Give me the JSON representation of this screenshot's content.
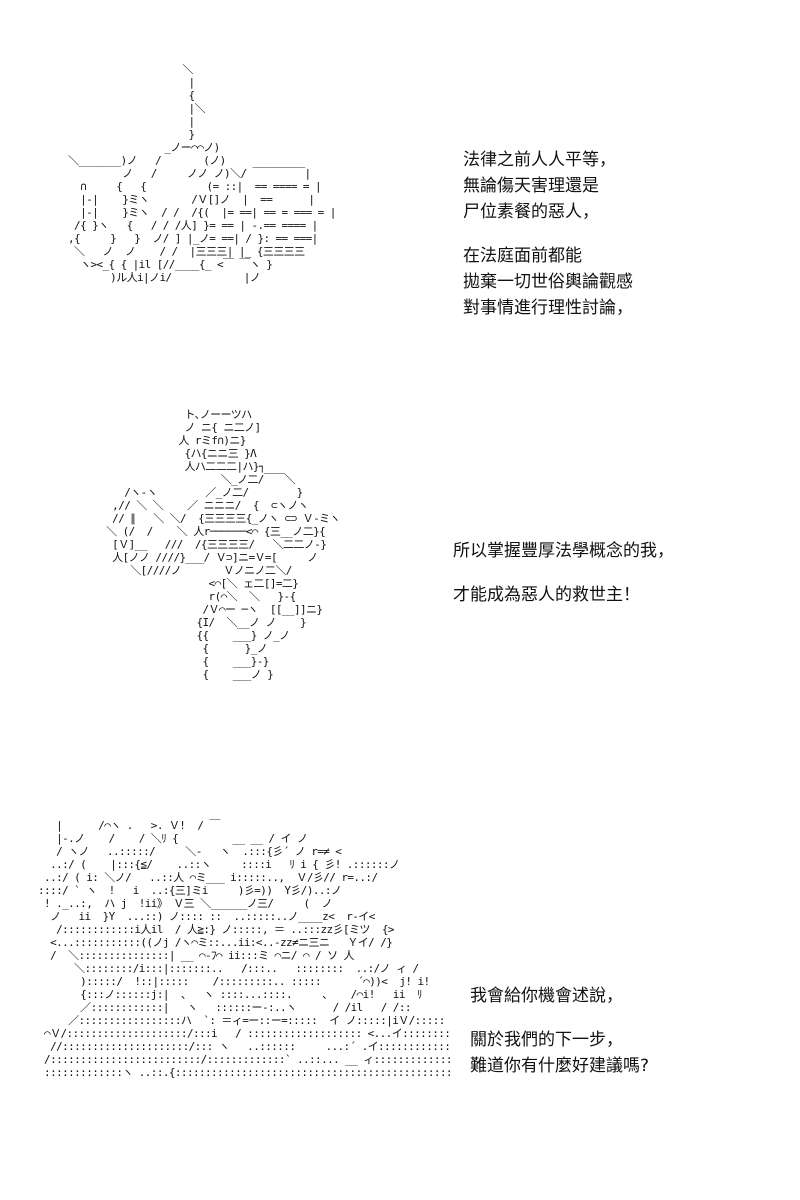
{
  "panels": [
    {
      "caption": [
        "法律之前人人平等，",
        "無論傷天害理還是",
        "尸位素餐的惡人，",
        "",
        "在法庭面前都能",
        "拋棄一切世俗輿論觀感",
        "對事情進行理性討論，"
      ],
      "art": [
        "                    ＼",
        "                     |",
        "                     {",
        "                     |＼",
        "                     |",
        "                     }",
        "                 _ノー⌒⌒ノ)",
        " ＼_______)ノ   /       (ノ)",
        "          ノ   /     ノノ ノ)＼/ ￣￣￣￣￣|",
        "   ∩     {   {          (= ::|  == ==== = |",
        "   |-|    }ミヽ       /Ｖ[]ノ  |  ==      |",
        "   |-|    }ミヽ  / /  /{(  |= ==| == = === = |",
        "  /{ }ヽ   {   / / /人] }= == | ‐.== ==== |",
        " ,{     }   }  ノ/ ] |_ノ= ==| / }: == ===|",
        "  ＼   ノ  ノ    / /  |三三三| |_ {三三三三",
        "   ヽ><_{ { |il [//____{_ <￣ ￣ヽ }",
        "        )ル人i|ノi/            |ノ"
      ]
    },
    {
      "caption": [
        "所以掌握豐厚法學概念的我，",
        "",
        "才能成為惡人的救世主！"
      ],
      "art": [
        "                    ト､ノーーツハ",
        "                    ノ ニ{ ニ二ノ]",
        "                   人 rミf∩)ニ}",
        "                    {ハ{ニニ三 }Λ",
        "                    人ハ二二二|ハ}┐",
        "                          ＼_ノ二/￣￣＼",
        "          /ヽ-ヽ        ／_ノ二/        }",
        "        ,// ＼ ＼    ／ ニニニ/  {  ⊂ヽノヽ",
        "        // ∥   ＼ ＼/  {三三三三{_ノヽ ⊂⊃ Ｖ-ミヽ",
        "       ＼ (/  /    ＼ 人r──────<⌒ {三__ノ二}{",
        "        [Ｖ]__   ///  /{三三三三/   ＼二二ノ-}",
        "        人[ノノ ////}___/ Ｖ⊃]ニ=Ｖ=[     ノ",
        "           ＼[////ノ       Ｖノニノ二＼/",
        "                        <⌒[＼ ェ二[]=二}",
        "                        r(⌒＼  ＼   }-{",
        "                       /Ｖ⌒ー ─ヽ  [[__]]ニ}",
        "                      {I/  ＼__ノ ノ    }",
        "                      {{    ___} ノ_ノ",
        "                       {      }_ノ",
        "                       {    ___}-}",
        "                       {    ___ノ }"
      ]
    },
    {
      "caption": [
        "我會給你機會述說，",
        "",
        "關於我們的下一步，",
        "難道你有什麼好建議嗎?"
      ],
      "art": [
        "    |      /⌒ヽ .   >. Ｖ!  / ￣",
        "    |-.ノ    /    / ＼ﾘ {         __ __ / イ ノ",
        "    / ヽノ   ..:::::/     ＼-   ヽ  .:::{彡´ ノ r=≠ <",
        "   ..:/ (    |:::{≦/    ..::ヽ     ::::i   ﾘ i { 彡! .::::::ノ",
        "  ..:/ ( i: ＼ノ/   ..::人 ⌒ミ___ i:::::..,  Ｖ/彡// r=..:/",
        " ::::/ ` ヽ  !   i  ..:{三]ミi     )彡=))  Y彡/)..:ノ",
        "  ! ._..:,  ハ j  !ii》 Ｖ三 ＼______ノ三/     (  ノ",
        "   ノ   ii  }Y  ...::) ノ:::: ::  ..:::::..ノ____z<  r-イ<",
        "    /::::::::::::i人il  / 人≧:} ノ:::::, ＝ ..:::zz彡[ミツ  {>",
        "   <...:::::::::::((ノj /ヽ⌒ミ::...ii:<..-zz≠ニ三ニ   Ｙイ/ /}",
        "   /  ＼:::::::::::::::| __ ⌒-ﾌ⌒ ii:::ミ ⌒ニ/ ⌒ / ソ 人",
        "       ＼::::::::/i:::|:::::::..   /:::..   ::::::::  ..:/ノ ィ /",
        "        ):::::/  !::|:::::    /:::::::::.. :::::      ´⌒))<  j! i!",
        "        {:::ノ::::::j:|  、  ヽ ::::...::::.     、   /⌒i!   ii  ﾘ",
        "        ／::::::::::::|   ヽ   ::::::ー-:..ヽ      / /il   / /::",
        "      ／:::::::::::::::::ハ  `: ＝ィ=ー::ー=:::::  イ ノ:::::|iＶ/:::::",
        "  ⌒Ｖ/::::::::::::::::::::/:::i   / ::::::::::::::::::: <...イ::::::::::| /::::::::",
        "   //:::::::::::::::::::::/::: ヽ   ..::::::     ...:´ .イ::::::::::::::::::::::::レ:::::::::/",
        "  /:::::::::::::::::::::::::/:::::::::::::` ..::... __ ィ::::::::::::::::::::::::::::::::::i::::::/:::",
        "  :::::::::::::ヽ ..::.{::::::::::::::::::::::::::::::::::::::::::::::::::::::::::::::::::::::::/   /::::::"
      ]
    }
  ]
}
